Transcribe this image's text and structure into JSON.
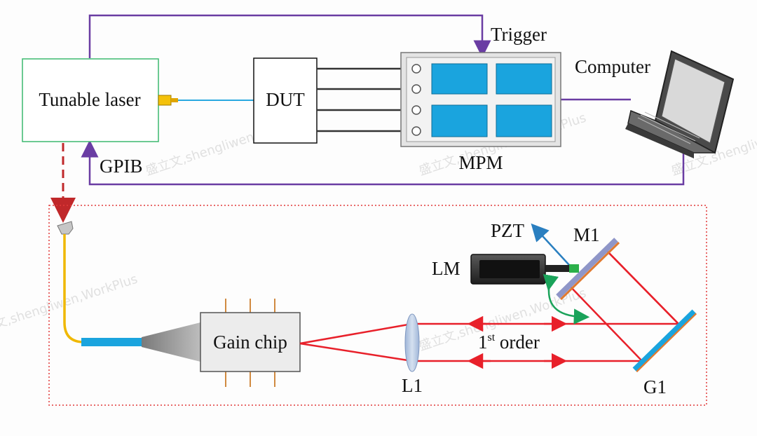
{
  "labels": {
    "tunable_laser": "Tunable laser",
    "dut": "DUT",
    "trigger": "Trigger",
    "computer": "Computer",
    "mpm": "MPM",
    "gpib": "GPIB",
    "pzt": "PZT",
    "m1": "M1",
    "lm": "LM",
    "gain_chip": "Gain chip",
    "order_sup": "st",
    "order_num": "1",
    "order_text": " order",
    "l1": "L1",
    "g1": "G1"
  },
  "watermark": "盛立文,shengliwen,WorkPlus",
  "colors": {
    "purple_link": "#6a3da3",
    "laser_box": "#3cb96f",
    "fiber_blue": "#2aa8e0",
    "beam_red": "#e8202a",
    "screen_cyan": "#1aa4de",
    "dashed_red": "#c0282a",
    "pzt_arrow": "#2a7fc0",
    "lm_arrow": "#1aa35a"
  }
}
